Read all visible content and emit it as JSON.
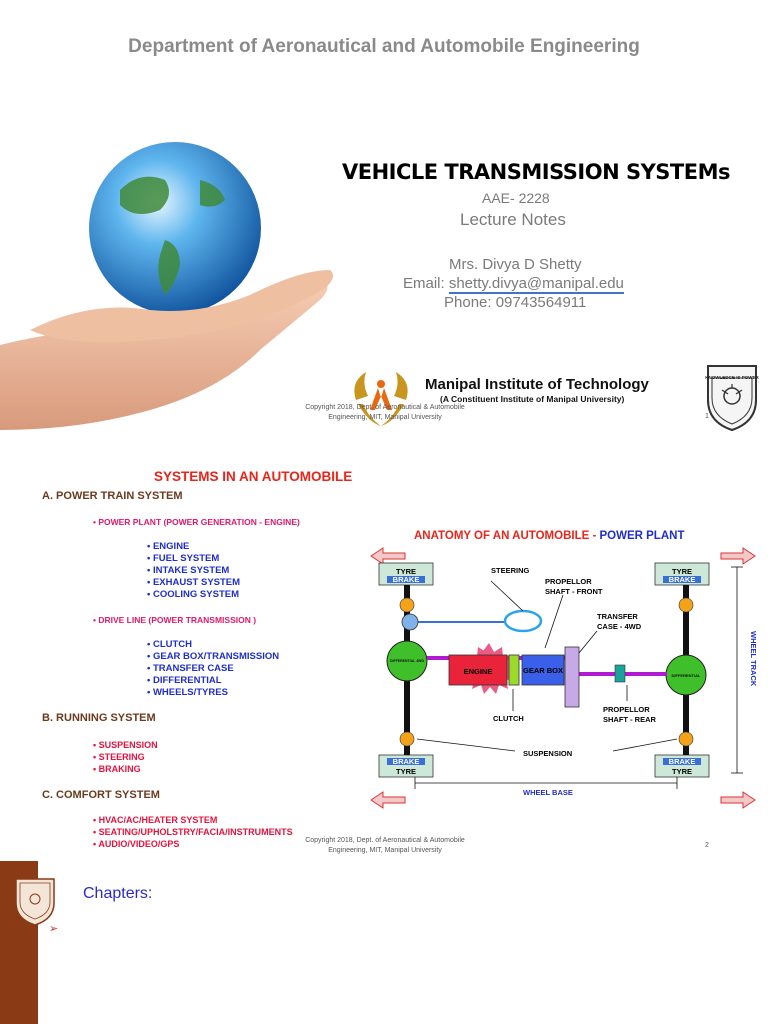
{
  "slide1": {
    "department": "Department of Aeronautical and Automobile Engineering",
    "title": "VEHICLE TRANSMISSION SYSTEMs",
    "course_code": "AAE- 2228",
    "subtitle": "Lecture Notes",
    "author": "Mrs. Divya D Shetty",
    "email_label": "Email: ",
    "email": "shetty.divya@manipal.edu",
    "phone": "Phone: 09743564911",
    "institute_name": "Manipal Institute of Technology",
    "institute_sub": "(A Constituent Institute of Manipal University)",
    "copyright_line1": "Copyright 2018, Dept. of Aeronautical & Automobile",
    "copyright_line2": "Engineering, MIT, Manipal University",
    "page_number": "1",
    "seal_text": "KNOWLEDGE IS POWER"
  },
  "slide2": {
    "heading": "SYSTEMS IN AN AUTOMOBILE",
    "section_a": "A. POWER TRAIN SYSTEM",
    "power_plant": "• POWER PLANT (POWER GENERATION - ENGINE)",
    "power_plant_items": [
      "• ENGINE",
      "• FUEL SYSTEM",
      "• INTAKE SYSTEM",
      "• EXHAUST SYSTEM",
      "• COOLING SYSTEM"
    ],
    "drive_line": "• DRIVE LINE (POWER TRANSMISSION )",
    "drive_line_items": [
      "• CLUTCH",
      "• GEAR BOX/TRANSMISSION",
      "• TRANSFER CASE",
      "• DIFFERENTIAL",
      "• WHEELS/TYRES"
    ],
    "section_b": "B. RUNNING SYSTEM",
    "running_items": [
      "• SUSPENSION",
      "• STEERING",
      "• BRAKING"
    ],
    "section_c": "C. COMFORT SYSTEM",
    "comfort_items": [
      "• HVAC/AC/HEATER SYSTEM",
      "• SEATING/UPHOLSTRY/FACIA/INSTRUMENTS",
      "• AUDIO/VIDEO/GPS"
    ],
    "diagram_title_1": "ANATOMY OF AN AUTOMOBILE - ",
    "diagram_title_2": "POWER PLANT",
    "labels": {
      "steering": "STEERING",
      "prop_front_1": "PROPELLOR",
      "prop_front_2": "SHAFT - FRONT",
      "transfer_1": "TRANSFER",
      "transfer_2": "CASE - 4WD",
      "engine": "ENGINE",
      "gearbox": "GEAR BOX",
      "clutch": "CLUTCH",
      "prop_rear_1": "PROPELLOR",
      "prop_rear_2": "SHAFT - REAR",
      "suspension": "SUSPENSION",
      "wheel_base": "WHEEL BASE",
      "wheel_track": "WHEEL TRACK",
      "tyre": "TYRE",
      "brake": "BRAKE",
      "differential_4wd": "DIFFERENTIAL 4WD",
      "differential": "DIFFERENTIAL"
    },
    "copyright_line1": "Copyright 2018, Dept. of Aeronautical & Automobile",
    "copyright_line2": "Engineering, MIT, Manipal University",
    "page_number": "2"
  },
  "slide3": {
    "chapters_label": "Chapters:",
    "bullet": "➢"
  },
  "colors": {
    "dept_grey": "#8a8a8a",
    "heading_red": "#e8251a",
    "pink": "#e0196a",
    "blue": "#1f2ec9",
    "brown": "#6b3a1f",
    "sidebar_brown": "#8b3a16",
    "chapters_blue": "#2a2acc"
  }
}
